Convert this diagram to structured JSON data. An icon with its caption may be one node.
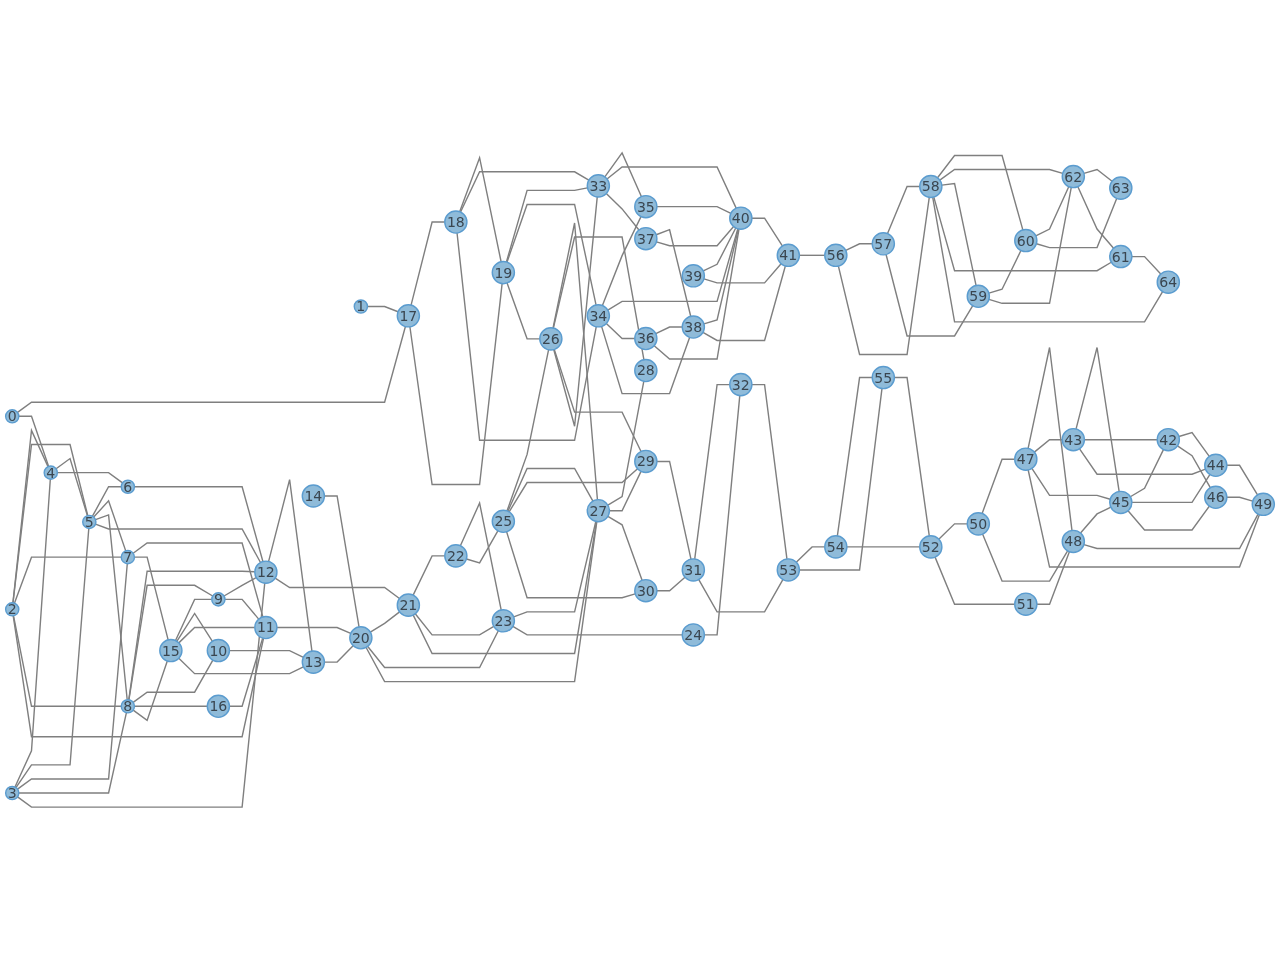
{
  "diagram": {
    "nodes": [
      {
        "text": [
          "0"
        ]
      },
      {
        "text": [
          "1"
        ]
      },
      {
        "text": [
          "2"
        ]
      },
      {
        "text": [
          "3"
        ]
      },
      {
        "text": [
          "4"
        ]
      },
      {
        "text": [
          "5"
        ]
      },
      {
        "text": [
          "6"
        ]
      },
      {
        "text": [
          "7"
        ]
      },
      {
        "text": [
          "8"
        ]
      },
      {
        "text": [
          "9"
        ]
      },
      {
        "text": [
          "10"
        ]
      },
      {
        "text": [
          "11"
        ]
      },
      {
        "text": [
          "12"
        ]
      },
      {
        "text": [
          "13"
        ]
      },
      {
        "text": [
          "14"
        ]
      },
      {
        "text": [
          "15"
        ]
      },
      {
        "text": [
          "16"
        ]
      },
      {
        "text": [
          "17"
        ]
      },
      {
        "text": [
          "18"
        ]
      },
      {
        "text": [
          "19"
        ]
      },
      {
        "text": [
          "20"
        ]
      },
      {
        "text": [
          "21"
        ]
      },
      {
        "text": [
          "22"
        ]
      },
      {
        "text": [
          "23"
        ]
      },
      {
        "text": [
          "24"
        ]
      },
      {
        "text": [
          "25"
        ]
      },
      {
        "text": [
          "26"
        ]
      },
      {
        "text": [
          "27"
        ]
      },
      {
        "text": [
          "28"
        ]
      },
      {
        "text": [
          "29"
        ]
      },
      {
        "text": [
          "30"
        ]
      },
      {
        "text": [
          "31"
        ]
      },
      {
        "text": [
          "32"
        ]
      },
      {
        "text": [
          "33"
        ]
      },
      {
        "text": [
          "34"
        ]
      },
      {
        "text": [
          "35"
        ]
      },
      {
        "text": [
          "36"
        ]
      },
      {
        "text": [
          "37"
        ]
      },
      {
        "text": [
          "38"
        ]
      },
      {
        "text": [
          "39"
        ]
      },
      {
        "text": [
          "40"
        ]
      },
      {
        "text": [
          "41"
        ]
      },
      {
        "text": [
          "42"
        ]
      },
      {
        "text": [
          "43"
        ]
      },
      {
        "text": [
          "44"
        ]
      },
      {
        "text": [
          "45"
        ]
      },
      {
        "text": [
          "46"
        ]
      },
      {
        "text": [
          "47"
        ]
      },
      {
        "text": [
          "48"
        ]
      },
      {
        "text": [
          "49"
        ]
      },
      {
        "text": [
          "50"
        ]
      },
      {
        "text": [
          "51"
        ]
      },
      {
        "text": [
          "52"
        ]
      },
      {
        "text": [
          "53"
        ]
      },
      {
        "text": [
          "54"
        ]
      },
      {
        "text": [
          "55"
        ]
      },
      {
        "text": [
          "56"
        ]
      },
      {
        "text": [
          "57"
        ]
      },
      {
        "text": [
          "58"
        ]
      },
      {
        "text": [
          "59"
        ]
      },
      {
        "text": [
          "60"
        ]
      },
      {
        "text": [
          "61"
        ]
      },
      {
        "text": [
          "62"
        ]
      },
      {
        "text": [
          "63"
        ]
      },
      {
        "text": [
          "64"
        ]
      }
    ],
    "edges": [
      {
        "from": 0,
        "to": 17,
        "arrow": "none"
      },
      {
        "from": 0,
        "to": 4,
        "arrow": "none"
      },
      {
        "from": 1,
        "to": 17,
        "arrow": "none"
      },
      {
        "from": 17,
        "to": 18,
        "arrow": "none"
      },
      {
        "from": 17,
        "to": 19,
        "arrow": "none"
      },
      {
        "from": 18,
        "to": 19,
        "arrow": "none"
      },
      {
        "from": 18,
        "to": 33,
        "arrow": "none"
      },
      {
        "from": 18,
        "to": 34,
        "arrow": "none"
      },
      {
        "from": 19,
        "to": 33,
        "arrow": "none"
      },
      {
        "from": 19,
        "to": 34,
        "arrow": "none"
      },
      {
        "from": 19,
        "to": 26,
        "arrow": "none"
      },
      {
        "from": 2,
        "to": 4,
        "arrow": "none"
      },
      {
        "from": 3,
        "to": 4,
        "arrow": "none"
      },
      {
        "from": 2,
        "to": 5,
        "arrow": "none"
      },
      {
        "from": 3,
        "to": 5,
        "arrow": "none"
      },
      {
        "from": 4,
        "to": 5,
        "arrow": "none"
      },
      {
        "from": 4,
        "to": 6,
        "arrow": "none"
      },
      {
        "from": 2,
        "to": 7,
        "arrow": "none"
      },
      {
        "from": 2,
        "to": 8,
        "arrow": "none"
      },
      {
        "from": 3,
        "to": 7,
        "arrow": "none"
      },
      {
        "from": 3,
        "to": 8,
        "arrow": "none"
      },
      {
        "from": 2,
        "to": 11,
        "arrow": "none"
      },
      {
        "from": 3,
        "to": 12,
        "arrow": "none"
      },
      {
        "from": 5,
        "to": 6,
        "arrow": "none"
      },
      {
        "from": 5,
        "to": 7,
        "arrow": "none"
      },
      {
        "from": 5,
        "to": 8,
        "arrow": "none"
      },
      {
        "from": 5,
        "to": 12,
        "arrow": "none"
      },
      {
        "from": 6,
        "to": 12,
        "arrow": "none"
      },
      {
        "from": 7,
        "to": 11,
        "arrow": "none"
      },
      {
        "from": 8,
        "to": 12,
        "arrow": "none"
      },
      {
        "from": 8,
        "to": 9,
        "arrow": "none"
      },
      {
        "from": 8,
        "to": 10,
        "arrow": "none"
      },
      {
        "from": 8,
        "to": 16,
        "arrow": "none"
      },
      {
        "from": 8,
        "to": 15,
        "arrow": "none"
      },
      {
        "from": 7,
        "to": 15,
        "arrow": "none"
      },
      {
        "from": 9,
        "to": 12,
        "arrow": "none"
      },
      {
        "from": 9,
        "to": 11,
        "arrow": "none"
      },
      {
        "from": 16,
        "to": 11,
        "arrow": "none"
      },
      {
        "from": 15,
        "to": 9,
        "arrow": "none"
      },
      {
        "from": 15,
        "to": 10,
        "arrow": "none"
      },
      {
        "from": 15,
        "to": 11,
        "arrow": "none"
      },
      {
        "from": 15,
        "to": 13,
        "arrow": "none"
      },
      {
        "from": 10,
        "to": 13,
        "arrow": "none"
      },
      {
        "from": 12,
        "to": 13,
        "arrow": "none"
      },
      {
        "from": 11,
        "to": 20,
        "arrow": "none"
      },
      {
        "from": 12,
        "to": 21,
        "arrow": "none"
      },
      {
        "from": 13,
        "to": 20,
        "arrow": "none"
      },
      {
        "from": 14,
        "to": 20,
        "arrow": "none"
      },
      {
        "from": 20,
        "to": 21,
        "arrow": "none"
      },
      {
        "from": 20,
        "to": 23,
        "arrow": "none"
      },
      {
        "from": 20,
        "to": 27,
        "arrow": "none"
      },
      {
        "from": 21,
        "to": 22,
        "arrow": "none"
      },
      {
        "from": 21,
        "to": 23,
        "arrow": "none"
      },
      {
        "from": 21,
        "to": 27,
        "arrow": "none"
      },
      {
        "from": 22,
        "to": 23,
        "arrow": "none"
      },
      {
        "from": 22,
        "to": 25,
        "arrow": "none"
      },
      {
        "from": 23,
        "to": 27,
        "arrow": "none"
      },
      {
        "from": 23,
        "to": 24,
        "arrow": "none"
      },
      {
        "from": 24,
        "to": 32,
        "arrow": "none"
      },
      {
        "from": 25,
        "to": 26,
        "arrow": "none"
      },
      {
        "from": 25,
        "to": 27,
        "arrow": "none"
      },
      {
        "from": 25,
        "to": 29,
        "arrow": "none"
      },
      {
        "from": 25,
        "to": 30,
        "arrow": "none"
      },
      {
        "from": 26,
        "to": 27,
        "arrow": "none"
      },
      {
        "from": 26,
        "to": 28,
        "arrow": "none"
      },
      {
        "from": 26,
        "to": 29,
        "arrow": "none"
      },
      {
        "from": 26,
        "to": 33,
        "arrow": "none"
      },
      {
        "from": 27,
        "to": 28,
        "arrow": "none"
      },
      {
        "from": 27,
        "to": 29,
        "arrow": "none"
      },
      {
        "from": 27,
        "to": 30,
        "arrow": "none"
      },
      {
        "from": 29,
        "to": 31,
        "arrow": "none"
      },
      {
        "from": 30,
        "to": 31,
        "arrow": "none"
      },
      {
        "from": 31,
        "to": 32,
        "arrow": "none"
      },
      {
        "from": 31,
        "to": 53,
        "arrow": "none"
      },
      {
        "from": 32,
        "to": 53,
        "arrow": "none"
      },
      {
        "from": 33,
        "to": 35,
        "arrow": "none"
      },
      {
        "from": 34,
        "to": 35,
        "arrow": "none"
      },
      {
        "from": 33,
        "to": 40,
        "arrow": "none"
      },
      {
        "from": 34,
        "to": 40,
        "arrow": "none"
      },
      {
        "from": 34,
        "to": 36,
        "arrow": "none"
      },
      {
        "from": 33,
        "to": 37,
        "arrow": "none"
      },
      {
        "from": 34,
        "to": 38,
        "arrow": "none"
      },
      {
        "from": 36,
        "to": 38,
        "arrow": "none"
      },
      {
        "from": 37,
        "to": 38,
        "arrow": "none"
      },
      {
        "from": 36,
        "to": 40,
        "arrow": "none"
      },
      {
        "from": 37,
        "to": 40,
        "arrow": "none"
      },
      {
        "from": 38,
        "to": 40,
        "arrow": "none"
      },
      {
        "from": 39,
        "to": 40,
        "arrow": "none"
      },
      {
        "from": 38,
        "to": 41,
        "arrow": "none"
      },
      {
        "from": 39,
        "to": 41,
        "arrow": "none"
      },
      {
        "from": 40,
        "to": 41,
        "arrow": "none"
      },
      {
        "from": 35,
        "to": 40,
        "arrow": "none"
      },
      {
        "from": 41,
        "to": 56,
        "arrow": "none"
      },
      {
        "from": 53,
        "to": 54,
        "arrow": "none"
      },
      {
        "from": 53,
        "to": 55,
        "arrow": "none"
      },
      {
        "from": 54,
        "to": 55,
        "arrow": "none"
      },
      {
        "from": 54,
        "to": 52,
        "arrow": "none"
      },
      {
        "from": 55,
        "to": 52,
        "arrow": "none"
      },
      {
        "from": 52,
        "to": 50,
        "arrow": "none"
      },
      {
        "from": 52,
        "to": 51,
        "arrow": "none"
      },
      {
        "from": 50,
        "to": 47,
        "arrow": "none"
      },
      {
        "from": 50,
        "to": 48,
        "arrow": "none"
      },
      {
        "from": 51,
        "to": 48,
        "arrow": "none"
      },
      {
        "from": 47,
        "to": 48,
        "arrow": "none"
      },
      {
        "from": 47,
        "to": 43,
        "arrow": "none"
      },
      {
        "from": 47,
        "to": 45,
        "arrow": "none"
      },
      {
        "from": 48,
        "to": 45,
        "arrow": "none"
      },
      {
        "from": 47,
        "to": 49,
        "arrow": "none"
      },
      {
        "from": 48,
        "to": 49,
        "arrow": "none"
      },
      {
        "from": 43,
        "to": 45,
        "arrow": "none"
      },
      {
        "from": 43,
        "to": 42,
        "arrow": "none"
      },
      {
        "from": 43,
        "to": 44,
        "arrow": "none"
      },
      {
        "from": 45,
        "to": 42,
        "arrow": "none"
      },
      {
        "from": 45,
        "to": 44,
        "arrow": "none"
      },
      {
        "from": 45,
        "to": 46,
        "arrow": "none"
      },
      {
        "from": 42,
        "to": 44,
        "arrow": "none"
      },
      {
        "from": 42,
        "to": 46,
        "arrow": "none"
      },
      {
        "from": 44,
        "to": 49,
        "arrow": "none"
      },
      {
        "from": 46,
        "to": 49,
        "arrow": "none"
      },
      {
        "from": 56,
        "to": 57,
        "arrow": "none"
      },
      {
        "from": 56,
        "to": 58,
        "arrow": "none"
      },
      {
        "from": 57,
        "to": 58,
        "arrow": "none"
      },
      {
        "from": 57,
        "to": 59,
        "arrow": "none"
      },
      {
        "from": 58,
        "to": 60,
        "arrow": "none"
      },
      {
        "from": 58,
        "to": 62,
        "arrow": "none"
      },
      {
        "from": 58,
        "to": 59,
        "arrow": "none"
      },
      {
        "from": 58,
        "to": 61,
        "arrow": "none"
      },
      {
        "from": 58,
        "to": 64,
        "arrow": "none"
      },
      {
        "from": 59,
        "to": 60,
        "arrow": "none"
      },
      {
        "from": 59,
        "to": 62,
        "arrow": "none"
      },
      {
        "from": 60,
        "to": 62,
        "arrow": "none"
      },
      {
        "from": 60,
        "to": 63,
        "arrow": "none"
      },
      {
        "from": 62,
        "to": 63,
        "arrow": "none"
      },
      {
        "from": 62,
        "to": 61,
        "arrow": "none"
      },
      {
        "from": 61,
        "to": 64,
        "arrow": "none"
      }
    ]
  }
}
